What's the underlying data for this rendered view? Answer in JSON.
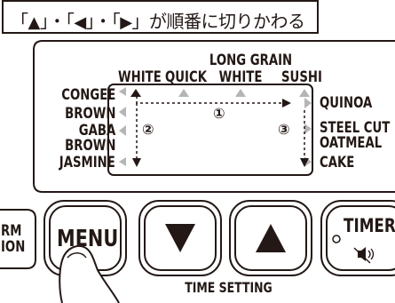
{
  "callout": {
    "bracket_open_1": "「",
    "bracket_close_1": "」・「",
    "bracket_close_2": "」・「",
    "bracket_close_3": "」が順番に切りかわる",
    "up_symbol": "▲",
    "left_symbol": "◀",
    "right_symbol": "▶"
  },
  "display": {
    "top_labels": {
      "white": "WHITE",
      "quick": "QUICK",
      "long_grain_line1": "LONG GRAIN",
      "long_grain_line2": "WHITE",
      "sushi": "SUSHI"
    },
    "left_labels": {
      "congee": "CONGEE",
      "brown": "BROWN",
      "gaba_line1": "GABA",
      "gaba_line2": "BROWN",
      "jasmine": "JASMINE"
    },
    "right_labels": {
      "quinoa": "QUINOA",
      "steel_cut_line1": "STEEL CUT",
      "steel_cut_line2": "OATMEAL",
      "cake": "CAKE"
    },
    "step_numbers": {
      "step1": "①",
      "step2": "②",
      "step3": "③"
    }
  },
  "buttons": {
    "partial_left_line1": "RM",
    "partial_left_line2": "ION",
    "menu": "MENU",
    "timer": "TIMER",
    "time_setting": "TIME SETTING"
  },
  "colors": {
    "ink": "#231815",
    "indicator_gray": "#b5b5b6"
  }
}
